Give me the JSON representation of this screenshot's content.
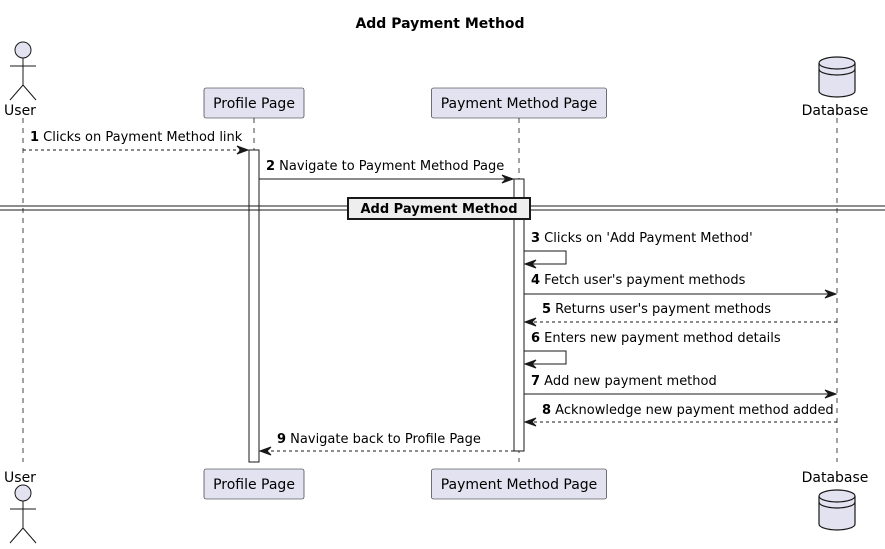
{
  "title": "Add Payment Method",
  "participants": [
    {
      "id": "user",
      "label": "User",
      "kind": "actor"
    },
    {
      "id": "profile",
      "label": "Profile Page",
      "kind": "participant"
    },
    {
      "id": "payment",
      "label": "Payment Method Page",
      "kind": "participant"
    },
    {
      "id": "database",
      "label": "Database",
      "kind": "database"
    }
  ],
  "divider": "Add Payment Method",
  "messages": [
    {
      "num": "1",
      "text": "Clicks on Payment Method link",
      "from": "user",
      "to": "profile",
      "style": "dashed"
    },
    {
      "num": "2",
      "text": "Navigate to Payment Method Page",
      "from": "profile",
      "to": "payment",
      "style": "solid"
    },
    {
      "num": "3",
      "text": "Clicks on 'Add Payment Method'",
      "from": "payment",
      "to": "payment",
      "style": "solid"
    },
    {
      "num": "4",
      "text": "Fetch user's payment methods",
      "from": "payment",
      "to": "database",
      "style": "solid"
    },
    {
      "num": "5",
      "text": "Returns user's payment methods",
      "from": "database",
      "to": "payment",
      "style": "dashed"
    },
    {
      "num": "6",
      "text": "Enters new payment method details",
      "from": "payment",
      "to": "payment",
      "style": "solid"
    },
    {
      "num": "7",
      "text": "Add new payment method",
      "from": "payment",
      "to": "database",
      "style": "solid"
    },
    {
      "num": "8",
      "text": "Acknowledge new payment method added",
      "from": "database",
      "to": "payment",
      "style": "dashed"
    },
    {
      "num": "9",
      "text": "Navigate back to Profile Page",
      "from": "payment",
      "to": "profile",
      "style": "dashed"
    }
  ],
  "colors": {
    "participant_fill": "#e2e2f0",
    "participant_border": "#181818",
    "lifeline": "#181818",
    "arrow": "#181818",
    "activation_fill": "#ffffff",
    "divider_fill": "#eeeeee"
  }
}
